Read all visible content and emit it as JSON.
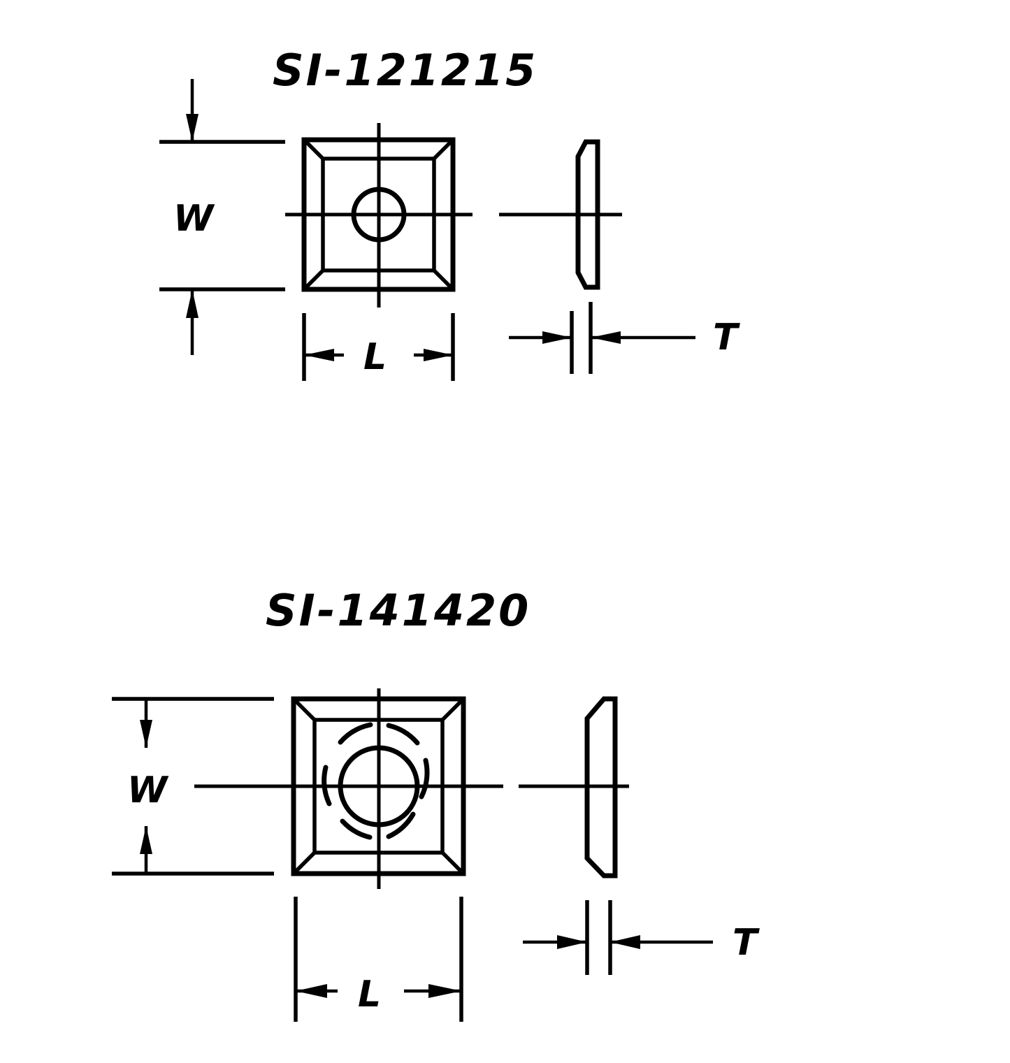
{
  "document": {
    "type": "technical-drawing",
    "sheet_width": 1445,
    "sheet_height": 1521,
    "background_color": "#ffffff",
    "line_color": "#000000"
  },
  "figures": [
    {
      "id": "fig-1",
      "title": "SI-121215",
      "dimension_labels": {
        "width": "W",
        "length": "L",
        "thickness": "T"
      },
      "views": {
        "front": {
          "shape": "square-insert-chamfered",
          "center_hole": "round-through-hole",
          "countersink": false
        },
        "side": {
          "shape": "tapered-thin-profile"
        }
      }
    },
    {
      "id": "fig-2",
      "title": "SI-141420",
      "dimension_labels": {
        "width": "W",
        "length": "L",
        "thickness": "T"
      },
      "views": {
        "front": {
          "shape": "square-insert-chamfered",
          "center_hole": "round-through-hole",
          "countersink": true
        },
        "side": {
          "shape": "tapered-thin-profile"
        }
      }
    }
  ]
}
